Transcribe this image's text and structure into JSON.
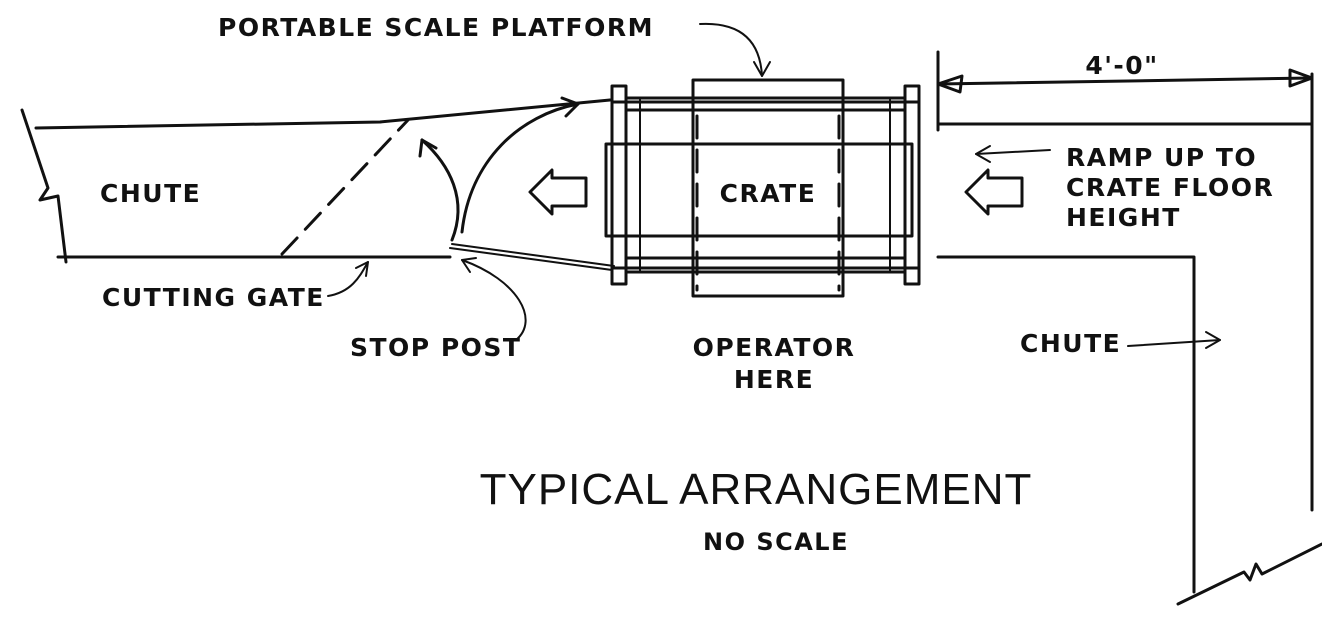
{
  "labels": {
    "portable_scale_platform": "PORTABLE SCALE PLATFORM",
    "dimension": "4'-0\"",
    "chute_left": "CHUTE",
    "crate": "CRATE",
    "ramp_line1": "RAMP UP TO",
    "ramp_line2": "CRATE FLOOR",
    "ramp_line3": "HEIGHT",
    "cutting_gate": "CUTTING GATE",
    "stop_post": "STOP POST",
    "operator_line1": "OPERATOR",
    "operator_line2": "HERE",
    "chute_right": "CHUTE",
    "title": "TYPICAL ARRANGEMENT",
    "subtitle": "NO SCALE"
  },
  "colors": {
    "ink": "#111111",
    "paper": "#ffffff"
  },
  "icons": [
    "direction-arrow-icon",
    "break-line-icon",
    "leader-arrow-icon"
  ]
}
